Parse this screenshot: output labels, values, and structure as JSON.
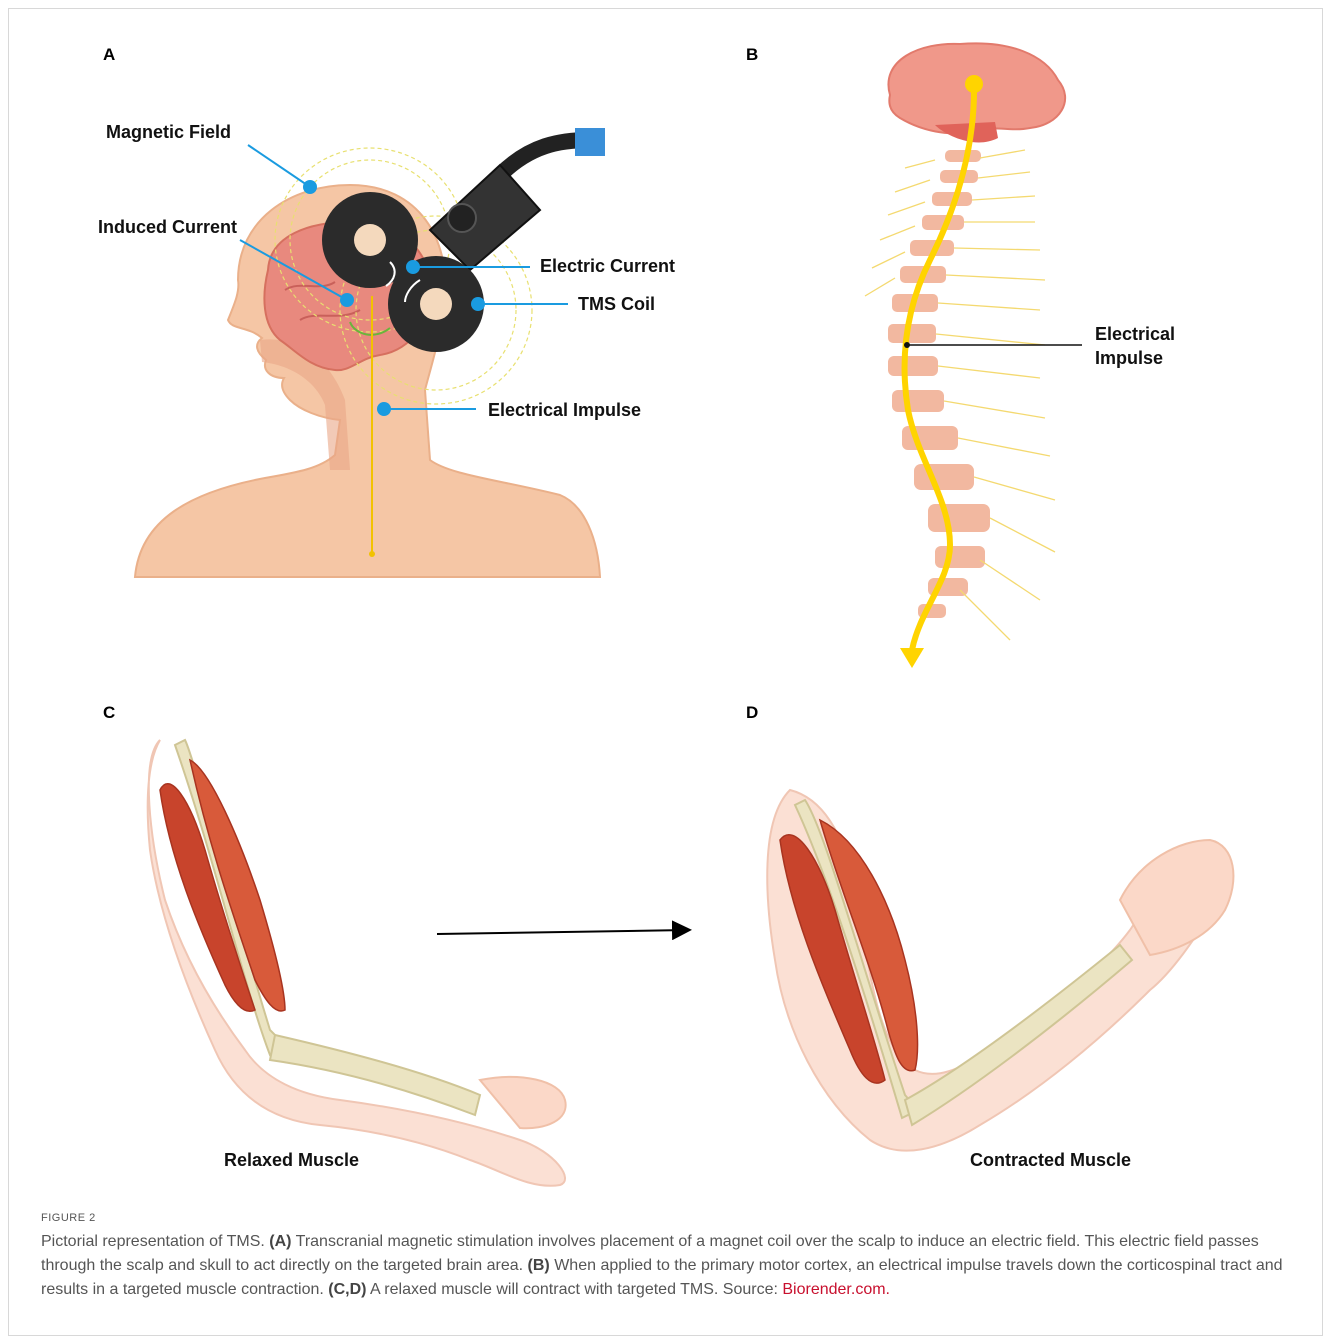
{
  "panels": {
    "a": {
      "letter": "A",
      "labels": {
        "magnetic_field": "Magnetic Field",
        "induced_current": "Induced Current",
        "electric_current": "Electric Current",
        "tms_coil": "TMS Coil",
        "electrical_impulse": "Electrical Impulse"
      }
    },
    "b": {
      "letter": "B",
      "labels": {
        "impulse_line1": "Electrical",
        "impulse_line2": "Impulse"
      }
    },
    "c": {
      "letter": "C",
      "label": "Relaxed Muscle"
    },
    "d": {
      "letter": "D",
      "label": "Contracted Muscle"
    }
  },
  "caption": {
    "figure_label": "FIGURE 2",
    "intro": "Pictorial representation of TMS.",
    "a_ref": "(A)",
    "a_text": "Transcranial magnetic stimulation involves placement of a magnet coil over the scalp to induce an electric field. This electric field passes through the scalp and skull to act directly on the targeted brain area.",
    "b_ref": "(B)",
    "b_text": "When applied to the primary motor cortex, an electrical impulse travels down the corticospinal tract and results in a targeted muscle contraction.",
    "cd_ref": "(C,D)",
    "cd_text": "A relaxed muscle will contract with targeted TMS. Source:",
    "source_link": "Biorender.com."
  },
  "colors": {
    "callout_dot": "#1a9be0",
    "impulse": "#ffd400",
    "skin": "#f5c6a5",
    "brain": "#e8897e",
    "muscle": "#c8442c",
    "bone": "#e8e2bf",
    "link": "#c8102e"
  }
}
